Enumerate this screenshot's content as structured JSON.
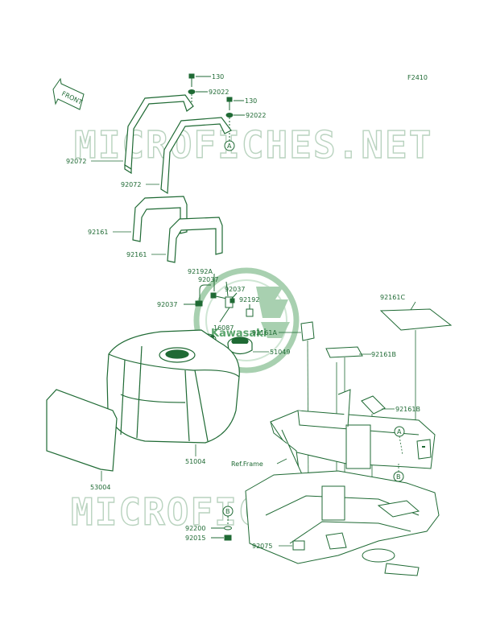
{
  "figure_code": "F2410",
  "watermark": "MICROFICHES.NET",
  "logo_text": "Kawasaki",
  "front_label": "FRONT",
  "callouts": {
    "A_top": "A",
    "A_right": "A",
    "B_right": "B",
    "B_bottom": "B"
  },
  "parts": {
    "p130a": "130",
    "p92022a": "92022",
    "p130b": "130",
    "p92022b": "92022",
    "p92072a": "92072",
    "p92072b": "92072",
    "p92161a": "92161",
    "p92161b": "92161",
    "p92192A": "92192A",
    "p92037a": "92037",
    "p92037b": "92037",
    "p92037c": "92037",
    "p92192": "92192",
    "p16087": "16087",
    "p51049": "51049",
    "p51004": "51004",
    "p53004": "53004",
    "p92161C": "92161C",
    "p92161A": "92161A",
    "p92161B1": "92161B",
    "p92161B2": "92161B",
    "refframe": "Ref.Frame",
    "p92200": "92200",
    "p92015": "92015",
    "p92075": "92075"
  },
  "colors": {
    "line": "#1f6a34",
    "watermark": "#b9d3bf",
    "logo": "#5aa56c"
  }
}
